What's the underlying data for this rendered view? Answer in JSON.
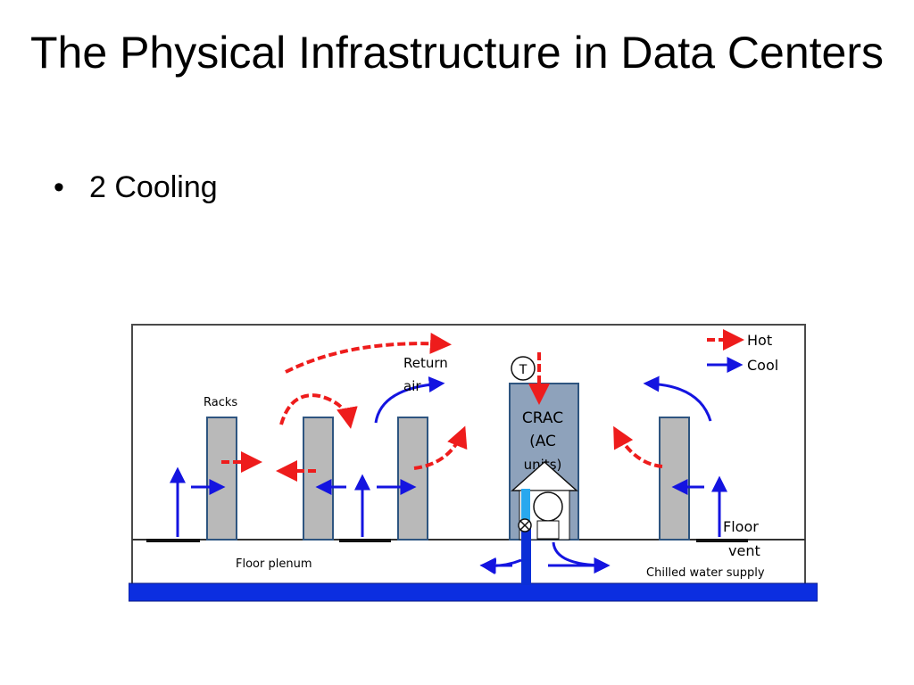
{
  "slide": {
    "title": "The Physical Infrastructure in Data Centers",
    "bullet": "2 Cooling"
  },
  "diagram": {
    "labels": {
      "racks": "Racks",
      "return_air_line1": "Return",
      "return_air_line2": "air",
      "crac_line1": "CRAC",
      "crac_line2": "(AC",
      "crac_line3": "units)",
      "thermostat": "T",
      "floor_vent_line1": "Floor",
      "floor_vent_line2": "vent",
      "floor_plenum": "Floor plenum",
      "chilled_water": "Chilled water supply"
    },
    "legend": {
      "hot": "Hot",
      "cool": "Cool"
    },
    "colors": {
      "hot": "#ee1c1c",
      "cool": "#1414e0",
      "rack_fill": "#b9b9b9",
      "rack_stroke": "#2e5580",
      "crac_fill": "#8ea2bb",
      "water_pipe": "#0b2fd6",
      "water_accent": "#29a8ee",
      "floor_base": "#0c2ee0"
    }
  }
}
